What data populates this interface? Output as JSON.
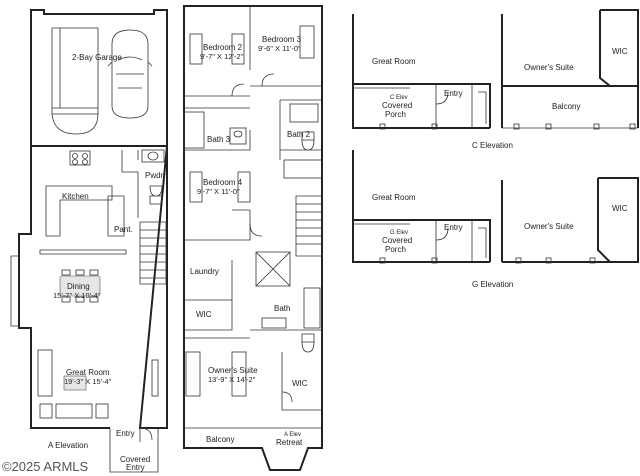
{
  "colors": {
    "wall": "#222222",
    "fixture": "#555555",
    "stair_fill": "#9a9a9a",
    "background": "#ffffff",
    "watermark": "#555555"
  },
  "copyright": "2025 ARMLS",
  "level_one": {
    "garage": {
      "label": "2-Bay Garage"
    },
    "kitchen": {
      "label": "Kitchen"
    },
    "powder": {
      "label": "Pwdr."
    },
    "pantry": {
      "label": "Pant."
    },
    "dining": {
      "label": "Dining",
      "size": "15'-7\" X 10'-4\""
    },
    "great_room": {
      "label": "Great Room",
      "size": "19'-3\" X 15'-4\""
    },
    "elevation_label": "A Elevation",
    "entry": {
      "label": "Entry"
    },
    "covered_entry": {
      "line1": "Covered",
      "line2": "Entry"
    }
  },
  "level_two": {
    "bedroom2": {
      "label": "Bedroom 2",
      "size": "9'-7\" X 12'-2\""
    },
    "bedroom3": {
      "label": "Bedroom 3",
      "size": "9'-6\" X 11'-0\""
    },
    "bath3": {
      "label": "Bath 3"
    },
    "bath2": {
      "label": "Bath 2"
    },
    "bedroom4": {
      "label": "Bedroom 4",
      "size": "9'-7\" X 11'-0\""
    },
    "laundry": {
      "label": "Laundry"
    },
    "wic_left": {
      "label": "WIC"
    },
    "bath": {
      "label": "Bath"
    },
    "owners_suite": {
      "label": "Owner's Suite",
      "size": "13'-9\" X 14'-2\""
    },
    "wic_right": {
      "label": "WIC"
    },
    "balcony": {
      "label": "Balcony"
    },
    "retreat": {
      "tag": "A Elev",
      "label": "Retreat"
    }
  },
  "c_elevation": {
    "title": "C Elevation",
    "great_room": {
      "label": "Great Room"
    },
    "covered_porch": {
      "tag": "C Elev",
      "line1": "Covered",
      "line2": "Porch"
    },
    "entry": {
      "label": "Entry"
    },
    "owners_suite": {
      "label": "Owner's Suite"
    },
    "wic": {
      "label": "WIC"
    },
    "balcony": {
      "label": "Balcony"
    }
  },
  "g_elevation": {
    "title": "G Elevation",
    "great_room": {
      "label": "Great Room"
    },
    "covered_porch": {
      "tag": "G Elev",
      "line1": "Covered",
      "line2": "Porch"
    },
    "entry": {
      "label": "Entry"
    },
    "owners_suite": {
      "label": "Owner's Suite"
    },
    "wic": {
      "label": "WIC"
    }
  }
}
